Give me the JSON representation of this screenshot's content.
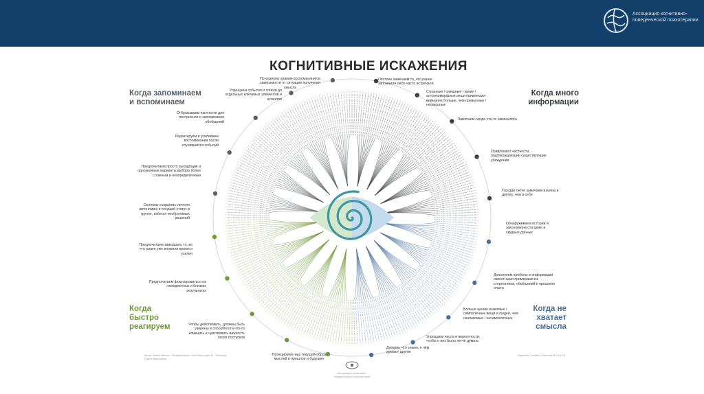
{
  "header": {
    "org_name": "Ассоциация когнитивно-поведенческой психотерапии",
    "bar_color": "#12406a"
  },
  "title": "КОГНИТИВНЫЕ ИСКАЖЕНИЯ",
  "quadrants": {
    "top_left": "Когда запоминаем и вспоминаем",
    "top_right": "Когда много информации",
    "bottom_left": "Когда быстро реагируем",
    "bottom_right": "Когда не хватает смысла"
  },
  "colors": {
    "top_left": "#5a6069",
    "top_right": "#3c4048",
    "bottom_left": "#6e9a3a",
    "bottom_right": "#4a6f9a",
    "spiral": "#3f96a0",
    "eye_left": "#cfe6c0",
    "eye_right": "#bcd5ec"
  },
  "branches": [
    {
      "text": "По-разному храним воспоминания в зависимости от ситуации получения смысла"
    },
    {
      "text": "Упрощаем события и списки до отдельных ключевых элементов и аспектов"
    },
    {
      "text": "Отбрасываем частности для построения и запоминания обобщений"
    },
    {
      "text": "Редактируем и усиливаем воспоминания после случившихся событий"
    },
    {
      "text": "Предпочитаем просто выходящие и однозначные варианты выбора более сложным и неопределённым"
    },
    {
      "text": "Склонны сохранять личную автономию и текущий статус в группе, избегая необратимых решений"
    },
    {
      "text": "Предпочитаем завершать то, во что ранее уже вложили время и усилия"
    },
    {
      "text": "Предпочитаем фокусироваться на немедленных и близких результатах"
    },
    {
      "text": "Чтобы действовать, должны быть уверены в способности что-то изменить и чувствовать важность своих поступков"
    },
    {
      "text": "Проецируем наш текущий образ мыслей в прошлое и будущее"
    },
    {
      "text": "Думаем, что знаем, о чём думают другие"
    },
    {
      "text": "Упрощаем числа и вероятности, чтобы о них было легче думать"
    },
    {
      "text": "Больше ценим знакомые / симпатичные вещи и людей, чем незнакомые / несимпатичные"
    },
    {
      "text": "Дополняем пробелы в информации известными примерами из стереотипов, обобщений и прошлого опыта"
    },
    {
      "text": "Обнаруживаем истории и закономерности даже в скудных данных"
    },
    {
      "text": "Гораздо легче замечаем изъяны в других, чем в себе"
    },
    {
      "text": "Привлекают частности, подтверждающие существующие убеждения"
    },
    {
      "text": "Замечаем, когда что-то изменилось"
    },
    {
      "text": "Странные / смешные / яркие / антропоморфные вещи привлекают внимание больше, чем привычные / несмешные"
    },
    {
      "text": "Охотнее замечаем то, что ранее запомнили либо часто встречали"
    }
  ],
  "credits": {
    "left": "Автор: Buster Benson · Визуализация: John Manoogian III · Перевод: Гузель Ширгазина",
    "right": "Лицензия: Creative Commons BY-SA 4.0",
    "bottom_center": "Ассоциация когнитивно-поведенческой психотерапии"
  }
}
